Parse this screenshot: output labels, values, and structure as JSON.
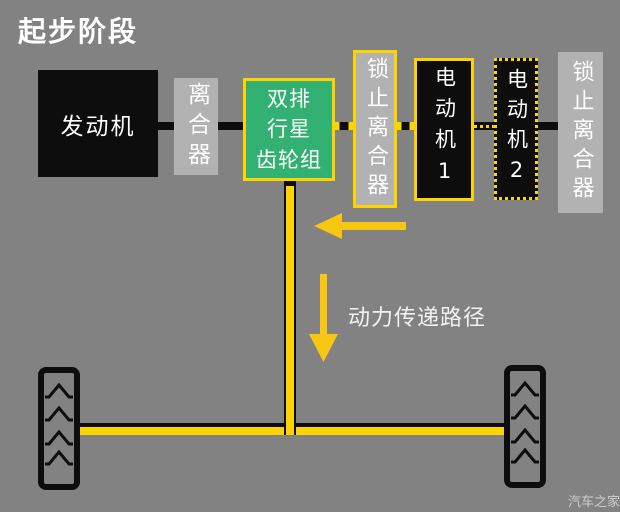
{
  "title": "起步阶段",
  "colors": {
    "background": "#828282",
    "box-gray": "#b2b2b2",
    "box-black": "#0d0d0d",
    "green": "#32b173",
    "yellow": "#fdd400",
    "arrow-yellow": "#f7c713",
    "text-white": "#ffffff"
  },
  "nodes": {
    "engine": "发动机",
    "clutch": "离合器",
    "planetary_gearset": "双排\n行星\n齿轮组",
    "lockup_clutch_left": "锁止离合器",
    "motor_1": "电动机1",
    "motor_2": "电动机2",
    "lockup_clutch_right": "锁止离合器"
  },
  "annotations": {
    "power_path_label": "动力传递路径"
  },
  "watermark": "汽车之家"
}
